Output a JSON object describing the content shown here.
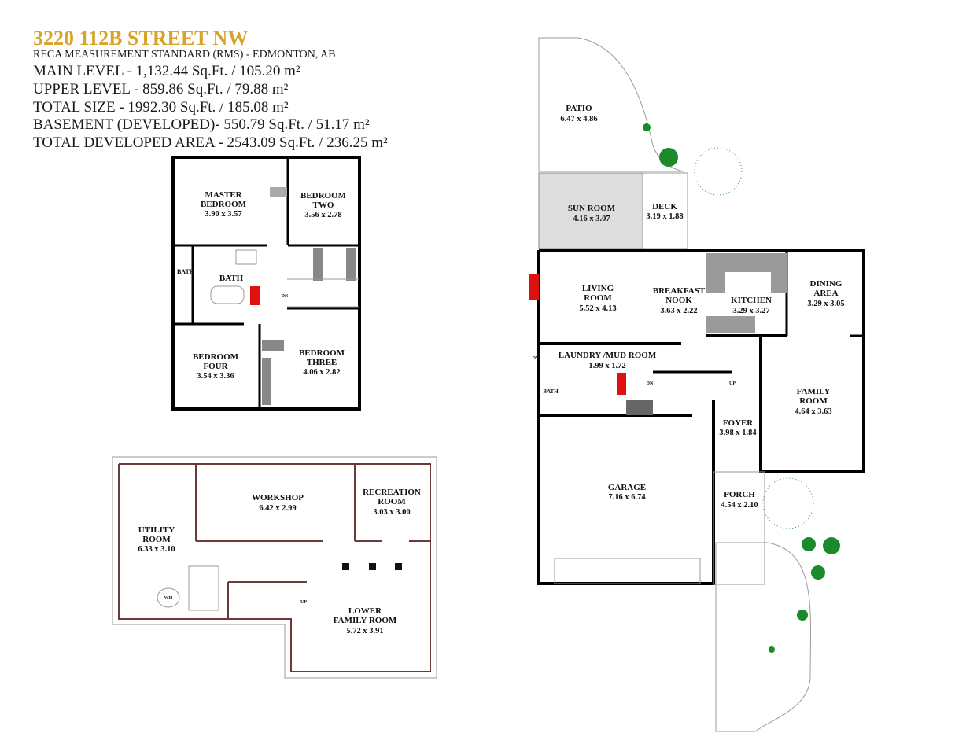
{
  "header": {
    "title": "3220 112B STREET NW",
    "subtitle": "RECA MEASUREMENT STANDARD (RMS) - EDMONTON, AB",
    "lines": [
      "MAIN LEVEL - 1,132.44 Sq.Ft. / 105.20 m²",
      "UPPER LEVEL - 859.86 Sq.Ft. / 79.88 m²",
      "TOTAL SIZE - 1992.30 Sq.Ft. / 185.08 m²",
      "BASEMENT (DEVELOPED)- 550.79 Sq.Ft. / 51.17 m²",
      "TOTAL DEVELOPED AREA - 2543.09 Sq.Ft. / 236.25 m²"
    ]
  },
  "colors": {
    "title": "#d9a32a",
    "fireplace": "#e01010",
    "counter": "#9a9a9a",
    "tree": "#1a8a2a"
  },
  "upper": {
    "master": {
      "l1": "MASTER",
      "l2": "BEDROOM",
      "dim": "3.90 x 3.57"
    },
    "two": {
      "l1": "BEDROOM",
      "l2": "TWO",
      "dim": "3.56 x 2.78"
    },
    "bath1": "BATH",
    "bath2": "BATH",
    "dn": "DN",
    "four": {
      "l1": "BEDROOM",
      "l2": "FOUR",
      "dim": "3.54 x 3.36"
    },
    "three": {
      "l1": "BEDROOM",
      "l2": "THREE",
      "dim": "4.06 x 2.82"
    }
  },
  "basement": {
    "utility": {
      "l1": "UTILITY",
      "l2": "ROOM",
      "dim": "6.33 x 3.10"
    },
    "workshop": {
      "l1": "WORKSHOP",
      "dim": "6.42 x 2.99"
    },
    "recreation": {
      "l1": "RECREATION",
      "l2": "ROOM",
      "dim": "3.03 x 3.00"
    },
    "family": {
      "l1": "LOWER",
      "l2": "FAMILY ROOM",
      "dim": "5.72 x 3.91"
    },
    "wh": "WH",
    "up": "UP"
  },
  "main": {
    "patio": {
      "l1": "PATIO",
      "dim": "6.47 x 4.86"
    },
    "sunroom": {
      "l1": "SUN ROOM",
      "dim": "4.16 x 3.07"
    },
    "deck": {
      "l1": "DECK",
      "dim": "3.19 x 1.88"
    },
    "living": {
      "l1": "LIVING",
      "l2": "ROOM",
      "dim": "5.52 x 4.13"
    },
    "nook": {
      "l1": "BREAKFAST",
      "l2": "NOOK",
      "dim": "3.63 x 2.22"
    },
    "kitchen": {
      "l1": "KITCHEN",
      "dim": "3.29 x 3.27"
    },
    "dining": {
      "l1": "DINING",
      "l2": "AREA",
      "dim": "3.29 x 3.05"
    },
    "laundry": {
      "l1": "LAUNDRY /MUD ROOM",
      "dim": "1.99 x 1.72"
    },
    "bath": "BATH",
    "family": {
      "l1": "FAMILY",
      "l2": "ROOM",
      "dim": "4.64 x 3.63"
    },
    "foyer": {
      "l1": "FOYER",
      "dim": "3.98 x 1.84"
    },
    "garage": {
      "l1": "GARAGE",
      "dim": "7.16 x 6.74"
    },
    "porch": {
      "l1": "PORCH",
      "dim": "4.54 x 2.10"
    },
    "dn1": "DN",
    "dn2": "DN",
    "up": "UP"
  }
}
